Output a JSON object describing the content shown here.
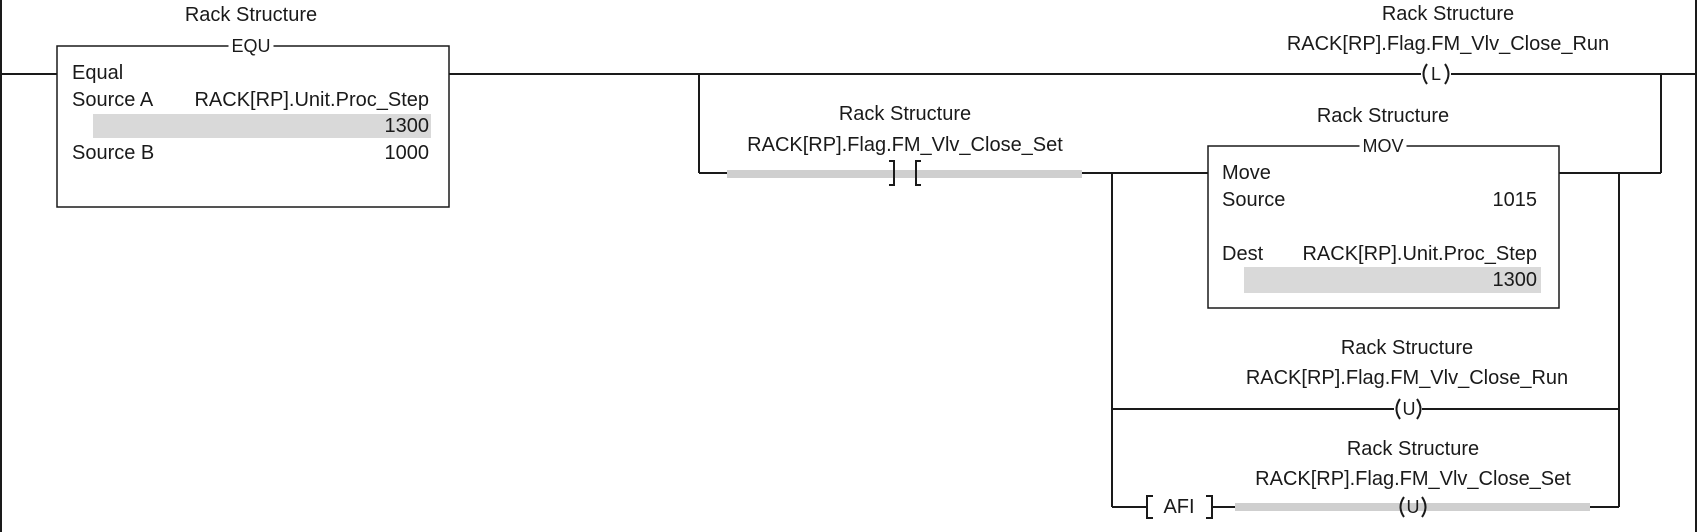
{
  "rung": {
    "equ": {
      "description": "Rack Structure",
      "mnemonic": "EQU",
      "title": "Equal",
      "source_a_label": "Source A",
      "source_a_tag": "RACK[RP].Unit.Proc_Step",
      "source_a_value": "1300",
      "source_b_label": "Source B",
      "source_b_value": "1000"
    },
    "xic": {
      "description": "Rack Structure",
      "tag": "RACK[RP].Flag.FM_Vlv_Close_Set"
    },
    "ote_latch": {
      "description": "Rack Structure",
      "tag": "RACK[RP].Flag.FM_Vlv_Close_Run",
      "symbol": "L"
    },
    "mov": {
      "description": "Rack Structure",
      "mnemonic": "MOV",
      "title": "Move",
      "source_label": "Source",
      "source_value": "1015",
      "dest_label": "Dest",
      "dest_tag": "RACK[RP].Unit.Proc_Step",
      "dest_value": "1300"
    },
    "otu_run": {
      "description": "Rack Structure",
      "tag": "RACK[RP].Flag.FM_Vlv_Close_Run",
      "symbol": "U"
    },
    "afi": {
      "label": "AFI"
    },
    "otu_set": {
      "description": "Rack Structure",
      "tag": "RACK[RP].Flag.FM_Vlv_Close_Set",
      "symbol": "U"
    }
  },
  "colors": {
    "wire": "#1a1a1a",
    "highlight": "#d9d9d9",
    "background": "#ffffff"
  }
}
